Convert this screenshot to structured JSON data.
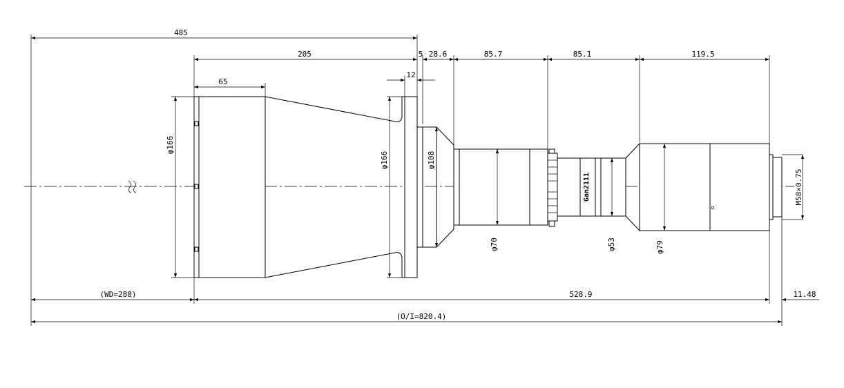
{
  "dimensions": {
    "d485": "485",
    "d205": "205",
    "d65": "65",
    "d5": "5",
    "d28_6": "28.6",
    "d85_7": "85.7",
    "d85_1": "85.1",
    "d119_5": "119.5",
    "d12": "12",
    "wd": "(WD=280)",
    "d528_9": "528.9",
    "d11_48": "11.48",
    "oi": "(O/I=820.4)"
  },
  "diameters": {
    "d166_front": "φ166",
    "d166_flange": "φ166",
    "d108": "φ108",
    "d70": "φ70",
    "d53": "φ53",
    "d79": "φ79",
    "thread": "M58×0.75"
  },
  "barrel_text": "Gan2111"
}
